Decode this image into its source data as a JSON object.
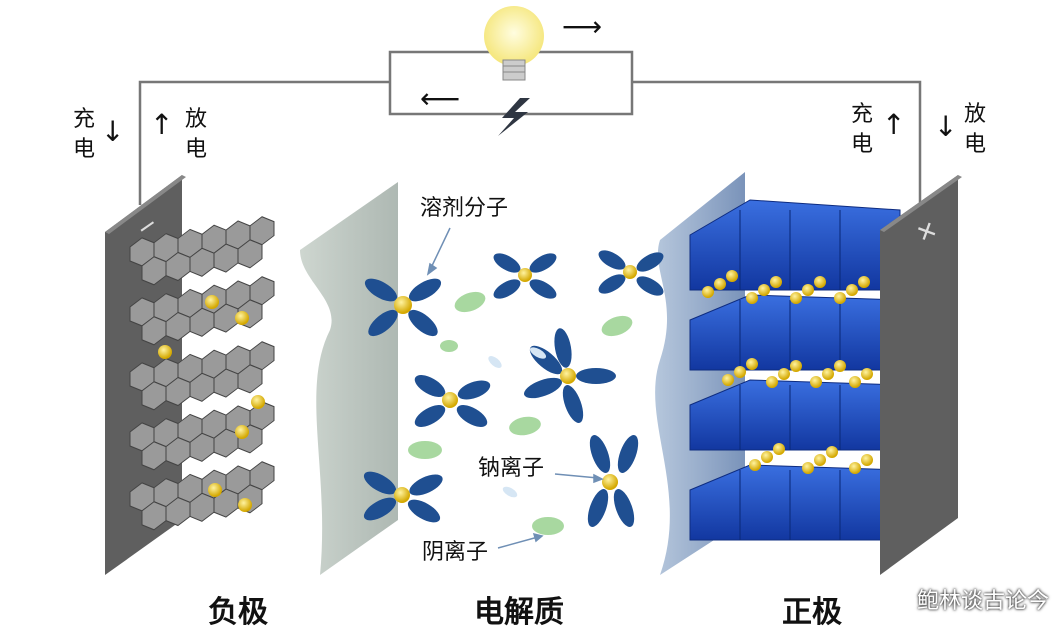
{
  "labels": {
    "solvent": "溶剂分子",
    "sodium_ion": "钠离子",
    "anion": "阴离子"
  },
  "left_electrode": {
    "charge": "充电",
    "discharge": "放电",
    "sign": "−"
  },
  "right_electrode": {
    "charge": "充电",
    "discharge": "放电",
    "sign": "+"
  },
  "bottom_labels": {
    "negative": "负极",
    "electrolyte": "电解质",
    "positive": "正极"
  },
  "circuit": {
    "arrow_top": "⟶",
    "arrow_bottom": "⟵"
  },
  "watermark": "鲍林谈古论今",
  "colors": {
    "sodium": "#e6c21a",
    "solvent_blue": "#1f4f91",
    "anion_green": "#a8d8a0",
    "cathode_blue": "#1d4fc4",
    "graphite": "#8a8a8a",
    "bulb": "#fff4a8"
  }
}
